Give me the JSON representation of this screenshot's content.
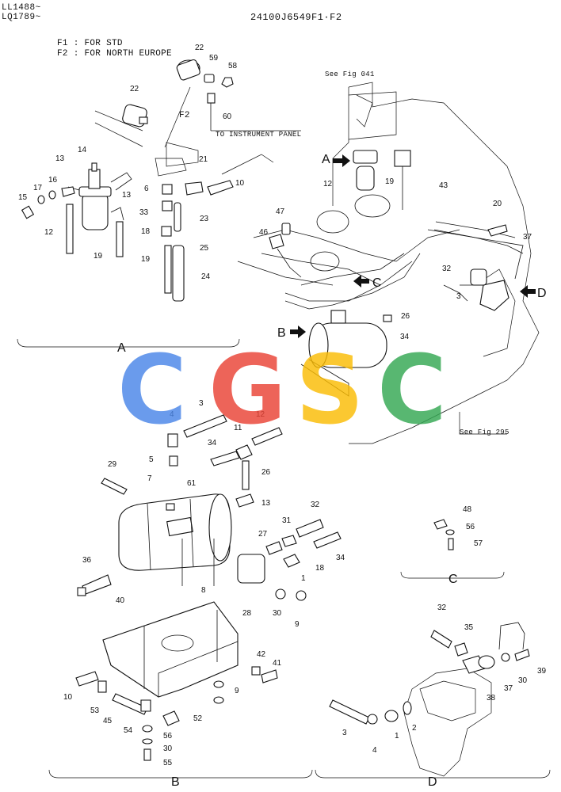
{
  "header": {
    "model_line1": "LL1488~",
    "model_line2": "LQ1789~",
    "figure_code": "24100J6549F1·F2"
  },
  "notes": {
    "f1": "F1 : FOR STD",
    "f2": "F2 : FOR NORTH EUROPE",
    "f2_tag": "F2",
    "instrument": "TO INSTRUMENT PANEL",
    "see_fig_top": "See Fig 041",
    "see_fig_bottom": "See Fig 295"
  },
  "sections": {
    "a": "A",
    "b": "B",
    "c": "C",
    "d": "D"
  },
  "view_refs": {
    "a": "A",
    "b": "B",
    "c": "C",
    "d": "D"
  },
  "watermark": {
    "letters": [
      "C",
      "G",
      "S",
      "C"
    ],
    "colors": [
      "#4a86e8",
      "#ea4335",
      "#fbbc04",
      "#34a853"
    ]
  },
  "callouts": {
    "a": [
      "22",
      "59",
      "58",
      "22",
      "60",
      "14",
      "13",
      "21",
      "10",
      "15",
      "17",
      "16",
      "13",
      "6",
      "33",
      "23",
      "18",
      "12",
      "25",
      "19",
      "19",
      "24"
    ],
    "main": [
      "43",
      "20",
      "12",
      "19",
      "37",
      "47",
      "46",
      "32",
      "3",
      "26",
      "34"
    ],
    "b": [
      "4",
      "3",
      "12",
      "11",
      "34",
      "5",
      "29",
      "7",
      "61",
      "26",
      "13",
      "32",
      "31",
      "27",
      "18",
      "34",
      "36",
      "1",
      "8",
      "28",
      "30",
      "9",
      "40",
      "42",
      "41",
      "10",
      "53",
      "45",
      "9",
      "54",
      "52",
      "56",
      "30",
      "55"
    ],
    "c": [
      "48",
      "56",
      "57"
    ],
    "d": [
      "32",
      "35",
      "39",
      "30",
      "37",
      "38",
      "3",
      "4",
      "1",
      "2"
    ]
  }
}
